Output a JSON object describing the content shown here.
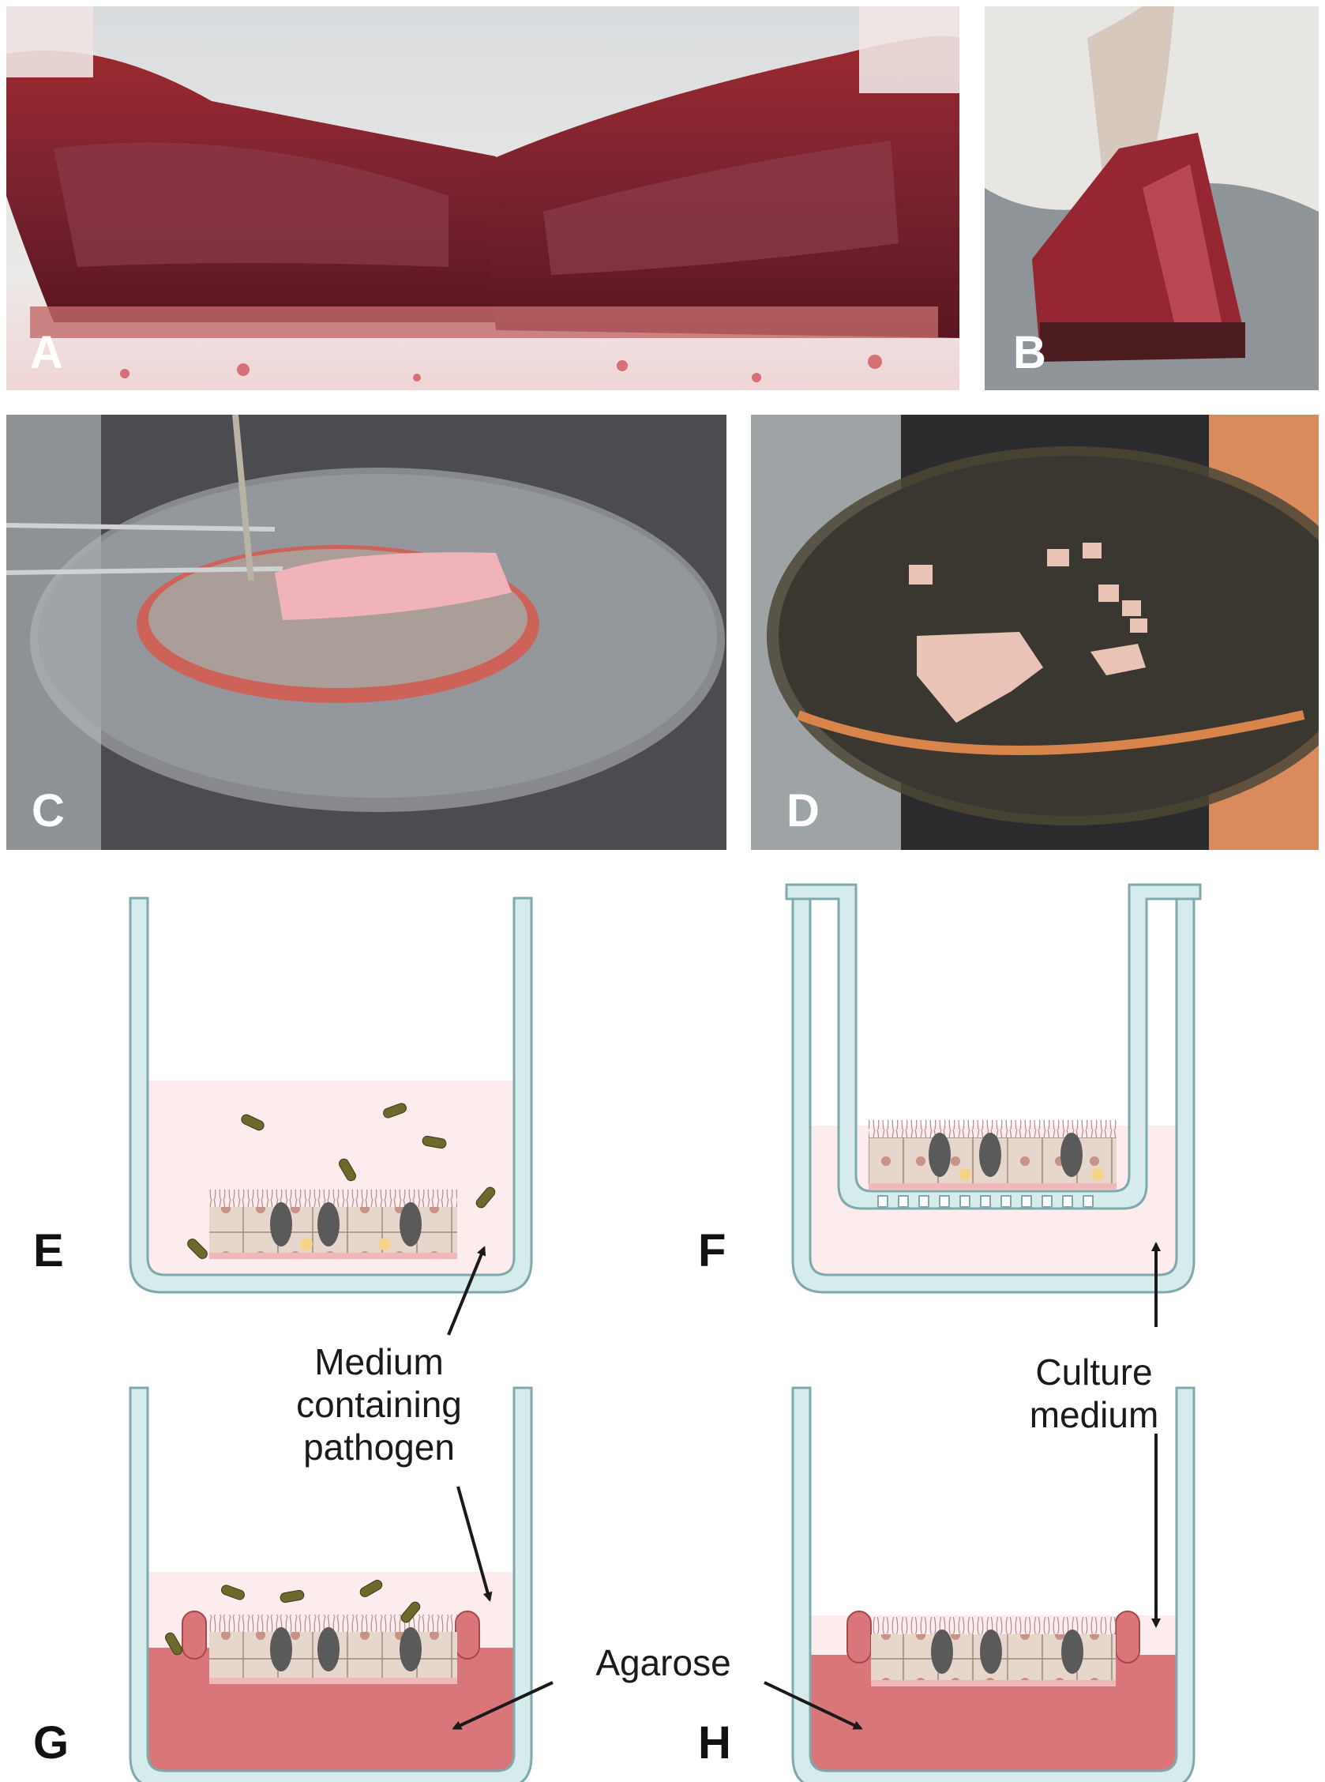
{
  "panels": {
    "a": "A",
    "b": "B",
    "c": "C",
    "d": "D",
    "e": "E",
    "f": "F",
    "g": "G",
    "h": "H"
  },
  "labels": {
    "medium_pathogen": [
      "Medium",
      "containing",
      "pathogen"
    ],
    "culture_medium": [
      "Culture",
      "medium"
    ],
    "agarose": "Agarose"
  },
  "colors": {
    "well_wall": "#d6ecec",
    "well_stroke": "#7fa9ab",
    "medium": "#fcecee",
    "agarose": "#d9767a",
    "bacteria": "#6b6a2c",
    "arrow": "#1a1a1a"
  }
}
